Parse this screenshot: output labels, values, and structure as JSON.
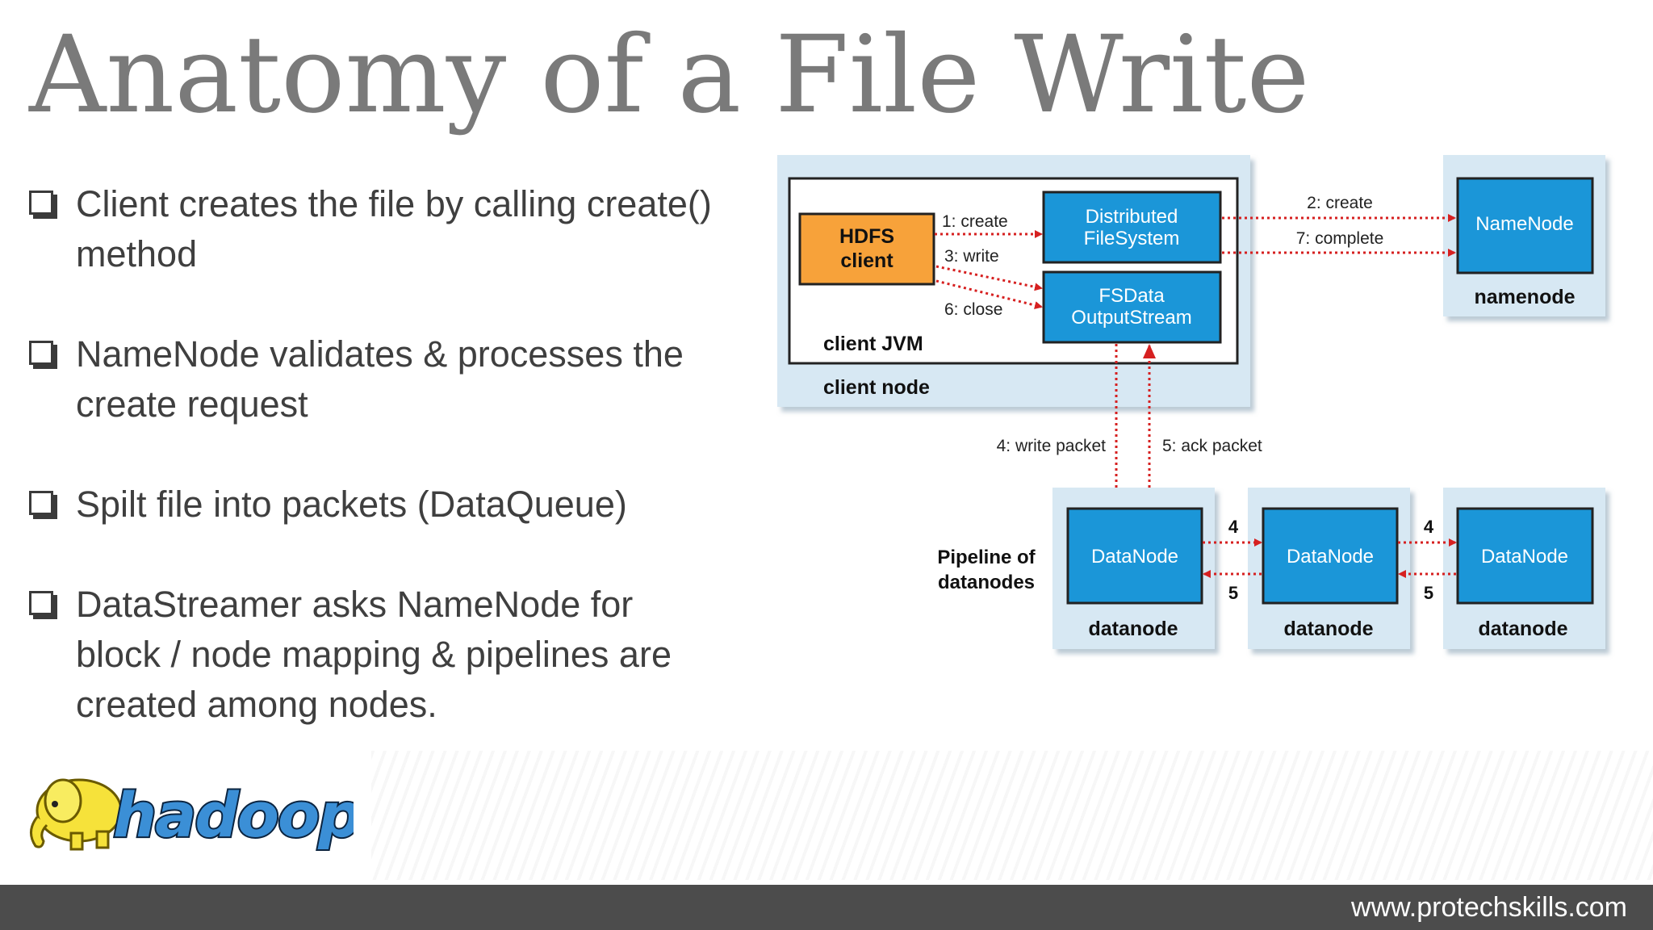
{
  "slide": {
    "title": "Anatomy of a File Write",
    "bullets": [
      {
        "line1": "Client creates the file by calling create()",
        "line2": "method"
      },
      {
        "line1": "NameNode validates & processes the",
        "line2": "create request"
      },
      {
        "line1": "Spilt file into packets (DataQueue)"
      },
      {
        "line1": "DataStreamer asks NameNode for",
        "line2": "block / node mapping & pipelines are",
        "line3": "created among nodes."
      }
    ]
  },
  "diagram": {
    "hdfs_client_line1": "HDFS",
    "hdfs_client_line2": "client",
    "client_jvm": "client JVM",
    "client_node": "client node",
    "dfs_line1": "Distributed",
    "dfs_line2": "FileSystem",
    "fsdata_line1": "FSData",
    "fsdata_line2": "OutputStream",
    "namenode_box": "NameNode",
    "namenode_caption": "namenode",
    "arrow_create": "1: create",
    "arrow_write": "3: write",
    "arrow_close": "6: close",
    "arrow_nn_create": "2: create",
    "arrow_complete": "7: complete",
    "write_packet": "4: write packet",
    "ack_packet": "5: ack packet",
    "pipeline_line1": "Pipeline of",
    "pipeline_line2": "datanodes",
    "datanodes": [
      {
        "box": "DataNode",
        "caption": "datanode"
      },
      {
        "box": "DataNode",
        "caption": "datanode"
      },
      {
        "box": "DataNode",
        "caption": "datanode"
      }
    ],
    "pipe_fwd_1": "4",
    "pipe_ack_1": "5",
    "pipe_fwd_2": "4",
    "pipe_ack_2": "5"
  },
  "logo": {
    "text": "hadoop"
  },
  "footer": {
    "url": "www.protechskills.com"
  },
  "colors": {
    "box_blue": "#1b96d8",
    "client_orange": "#f7a23a",
    "panel_bg": "#d7e8f3",
    "arrow_red": "#d62020",
    "title_grey": "#7a7a7a",
    "footer_bg": "#4c4c4c"
  }
}
